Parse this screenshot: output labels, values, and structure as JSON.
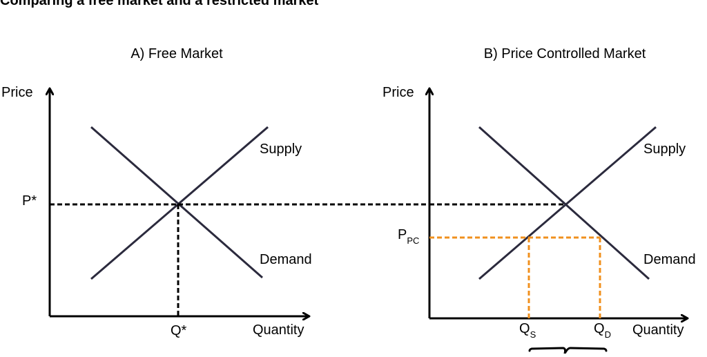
{
  "title": "Comparing a free market and a restricted market",
  "colors": {
    "axis": "#000000",
    "curve": "#2b2a3d",
    "free_dashed": "#000000",
    "control_dashed": "#f0901e"
  },
  "panel_a": {
    "heading": "A) Free Market",
    "y_label": "Price",
    "x_label": "Quantity",
    "supply_label": "Supply",
    "demand_label": "Demand",
    "price_label": "P*",
    "quantity_label": "Q*"
  },
  "panel_b": {
    "heading": "B) Price Controlled Market",
    "y_label": "Price",
    "x_label": "Quantity",
    "supply_label": "Supply",
    "demand_label": "Demand",
    "price_main": "P",
    "price_sub": "PC",
    "qs_main": "Q",
    "qs_sub": "S",
    "qd_main": "Q",
    "qd_sub": "D"
  }
}
